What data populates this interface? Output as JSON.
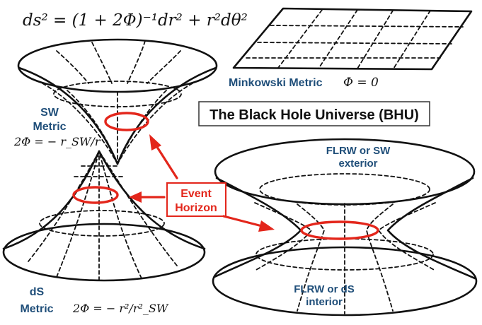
{
  "equation_main": "ds² = (1 + 2Φ)⁻¹dr² + r²dθ²",
  "minkowski": {
    "label": "Minkowski Metric",
    "equation": "Φ = 0"
  },
  "title": "The Black Hole Universe (BHU)",
  "sw": {
    "label_line1": "SW",
    "label_line2": "Metric",
    "equation": "2Φ = − r_SW/r"
  },
  "ds": {
    "label_line1": "dS",
    "label_line2": "Metric",
    "equation": "2Φ = − r²/r²_SW"
  },
  "event_horizon": {
    "line1": "Event",
    "line2": "Horizon"
  },
  "bhu_top": {
    "line1": "FLRW or SW",
    "line2": "exterior"
  },
  "bhu_bottom": {
    "line1": "FLRW or dS",
    "line2": "interior"
  },
  "colors": {
    "accent_red": "#e3261b",
    "label_blue": "#1f4e79",
    "ink": "#111111"
  }
}
